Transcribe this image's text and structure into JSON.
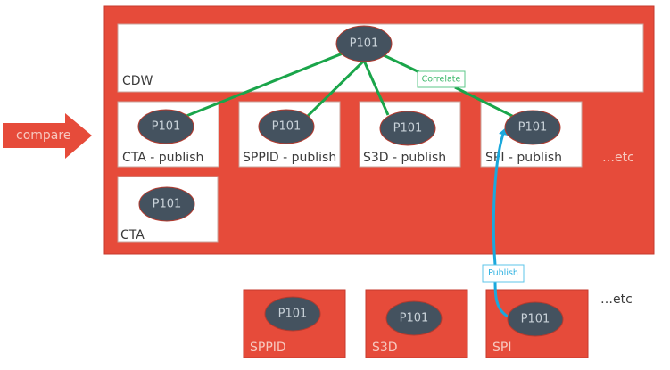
{
  "colors": {
    "container": "#e64b3a",
    "container_border": "#c63a2c",
    "node_fill": "#44525f",
    "node_stroke": "#b33a2e",
    "correlate_line": "#1aa54a",
    "publish_line": "#1aa8dc",
    "box_fill": "#ffffff"
  },
  "compare_arrow": {
    "label": "compare"
  },
  "cdw": {
    "label": "CDW",
    "node": "P101"
  },
  "publish_boxes": [
    {
      "label": "CTA - publish",
      "node": "P101"
    },
    {
      "label": "SPPID - publish",
      "node": "P101"
    },
    {
      "label": "S3D - publish",
      "node": "P101"
    },
    {
      "label": "SPI - publish",
      "node": "P101"
    }
  ],
  "cta_box": {
    "label": "CTA",
    "node": "P101"
  },
  "inner_etc": "…etc",
  "source_boxes": [
    {
      "label": "SPPID",
      "node": "P101"
    },
    {
      "label": "S3D",
      "node": "P101"
    },
    {
      "label": "SPI",
      "node": "P101"
    }
  ],
  "outer_etc": "…etc",
  "edge_labels": {
    "correlate": "Correlate",
    "publish": "Publish"
  }
}
